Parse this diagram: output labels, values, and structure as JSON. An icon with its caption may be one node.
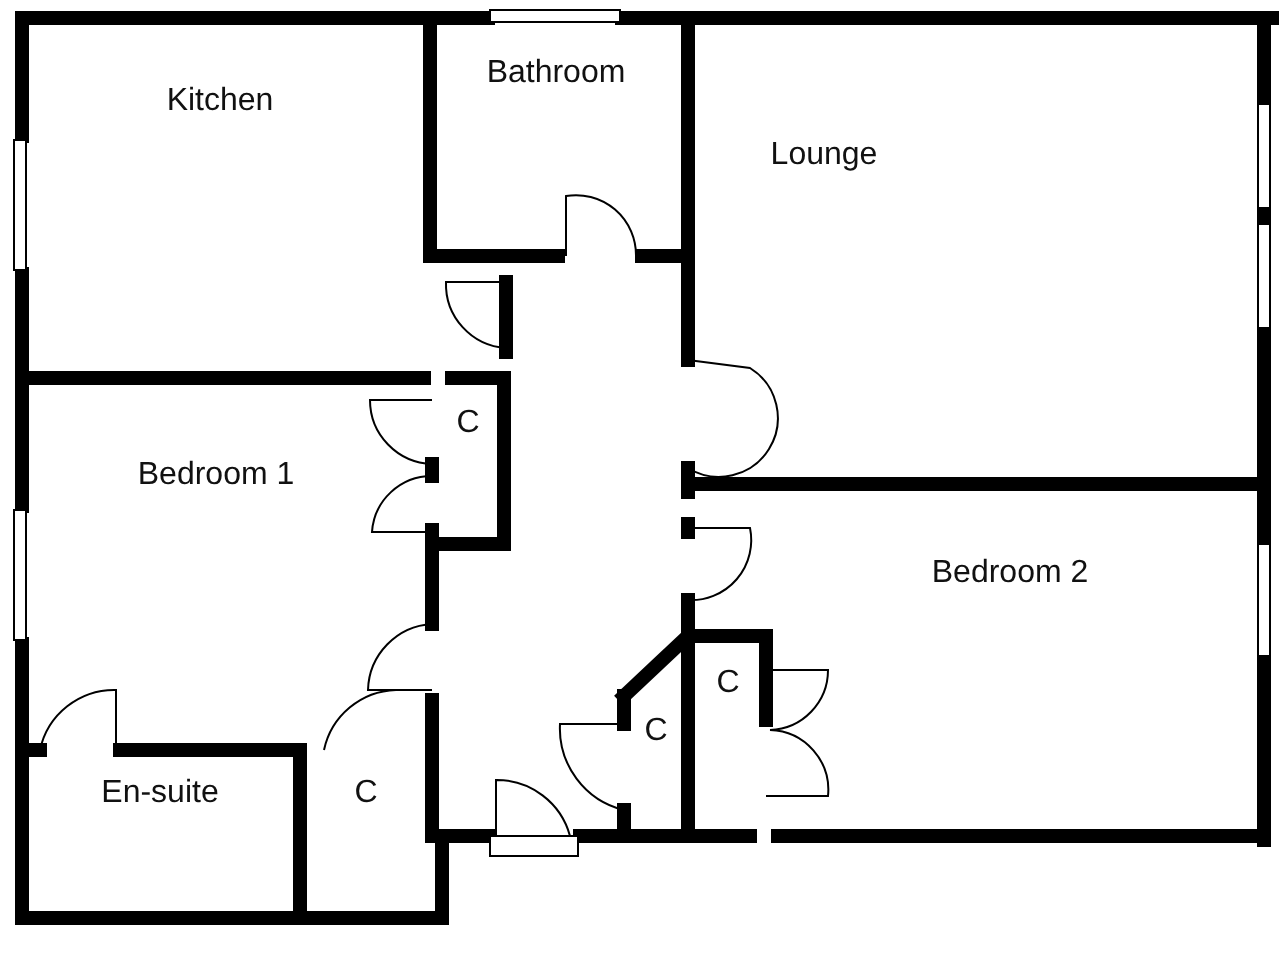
{
  "diagram": {
    "labels": [
      "Bathroom",
      "Kitchen",
      "Lounge",
      "C",
      "Bedroom 1",
      "Bedroom 2",
      "C",
      "C",
      "En-suite",
      "C"
    ]
  }
}
